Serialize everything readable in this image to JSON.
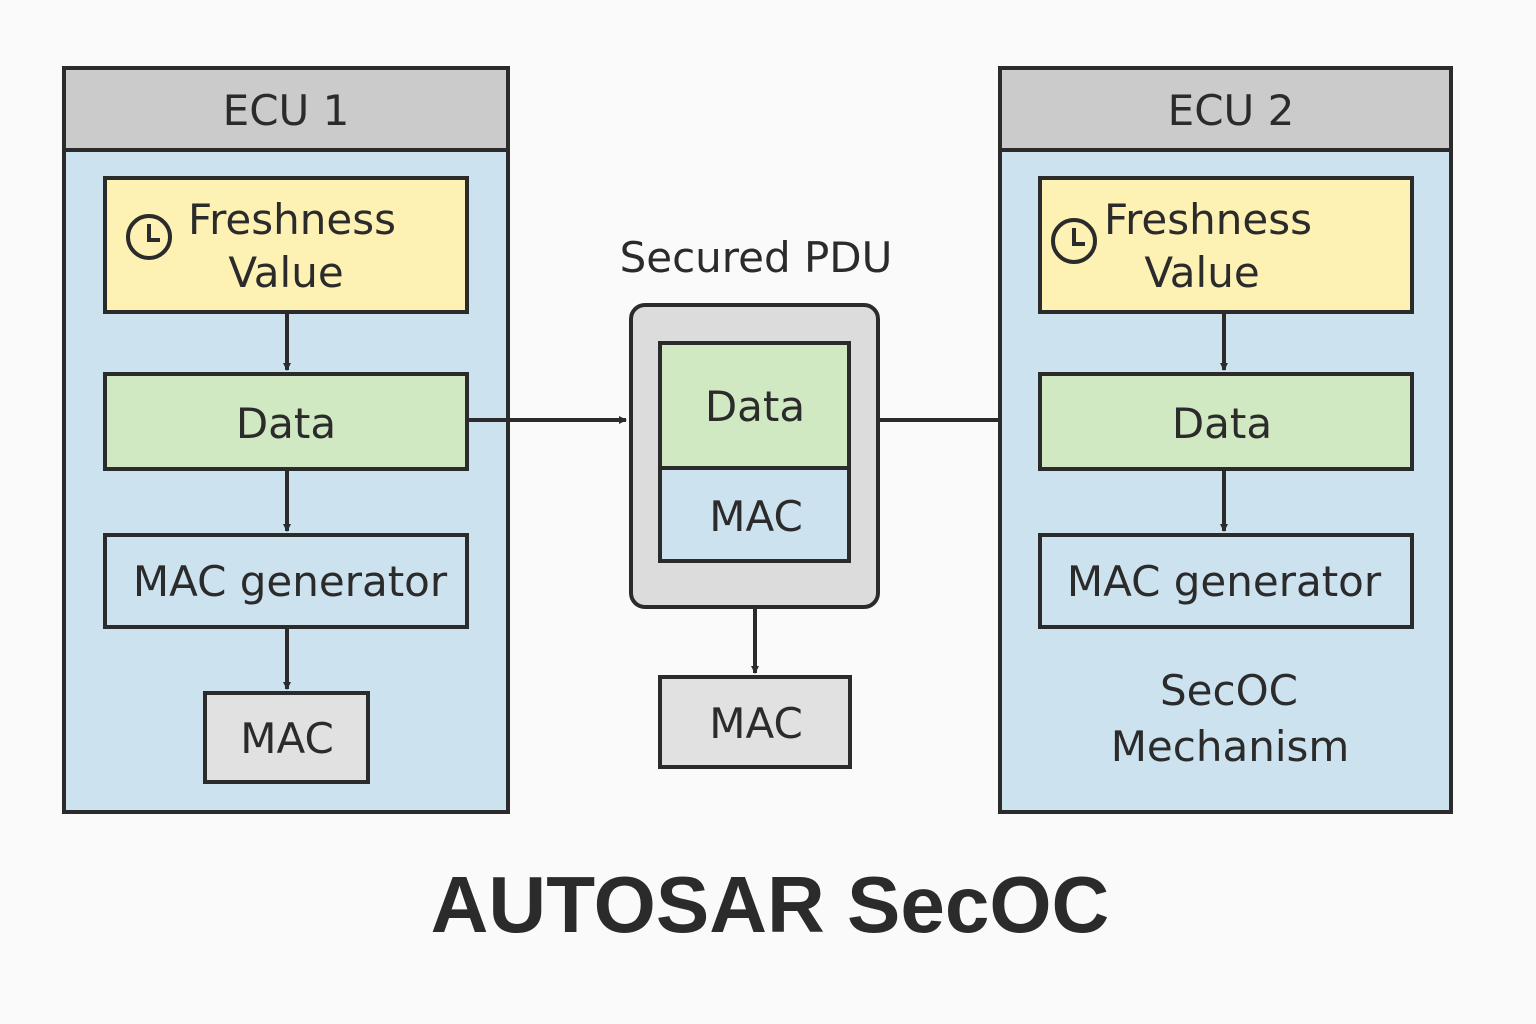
{
  "diagram": {
    "title": "AUTOSAR SecOC",
    "colors": {
      "background": "#fafafa",
      "stroke": "#2b2b2b",
      "ecu_header": "#cbcbcb",
      "ecu_body": "#cde2ef",
      "freshness": "#fdf1b4",
      "data": "#d1e9c2",
      "mac_gen": "#cde2ef",
      "mac": "#e1e1e1",
      "pdu_outer": "#dcdcdc"
    },
    "ecu1": {
      "header": "ECU 1",
      "freshness_line1": "Freshness",
      "freshness_line2": "Value",
      "freshness_icon": "clock-icon",
      "data": "Data",
      "mac_generator": "MAC generator",
      "mac": "MAC"
    },
    "pdu": {
      "label": "Secured PDU",
      "data": "Data",
      "mac": "MAC",
      "extracted_mac": "MAC"
    },
    "ecu2": {
      "header": "ECU 2",
      "freshness_line1": "Freshness",
      "freshness_line2": "Value",
      "freshness_icon": "clock-icon",
      "data": "Data",
      "mac_generator": "MAC generator",
      "note_line1": "SecOC",
      "note_line2": "Mechanism"
    },
    "edges": [
      {
        "from": "ecu1-freshness",
        "to": "ecu1-data"
      },
      {
        "from": "ecu1-data",
        "to": "ecu1-mac-generator"
      },
      {
        "from": "ecu1-mac-generator",
        "to": "ecu1-mac"
      },
      {
        "from": "ecu1-data",
        "to": "secured-pdu"
      },
      {
        "from": "secured-pdu",
        "to": "ecu2-data"
      },
      {
        "from": "secured-pdu",
        "to": "pdu-extracted-mac"
      },
      {
        "from": "ecu2-freshness",
        "to": "ecu2-data"
      },
      {
        "from": "ecu2-data",
        "to": "ecu2-mac-generator"
      }
    ]
  }
}
